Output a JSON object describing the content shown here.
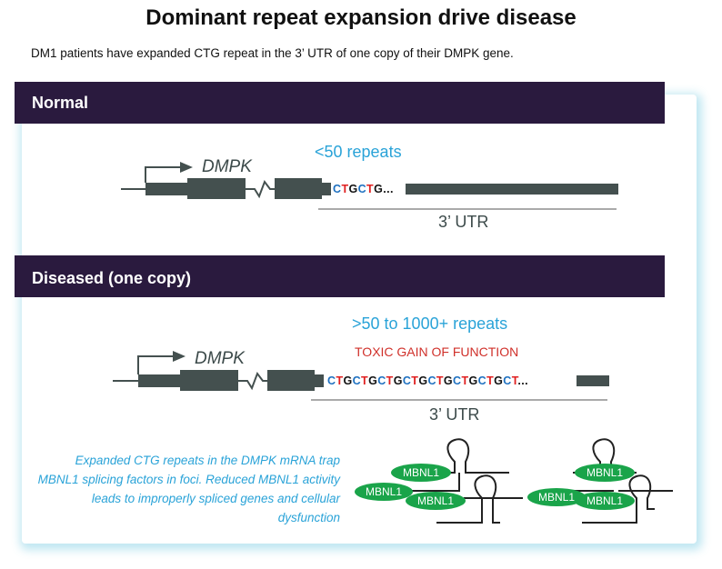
{
  "title": "Dominant repeat expansion drive disease",
  "subtitle": "DM1 patients have expanded CTG repeat in the 3’ UTR of one copy of their DMPK gene.",
  "normal": {
    "heading": "Normal",
    "gene": "DMPK",
    "repeats": "<50 repeats",
    "sequence": "CTGCTG...",
    "utr": "3’ UTR"
  },
  "diseased": {
    "heading": "Diseased (one copy)",
    "gene": "DMPK",
    "repeats": ">50 to 1000+ repeats",
    "toxic": "TOXIC GAIN OF FUNCTION",
    "sequence": "CTGCTGCTGCTGCTGCTGCTGCT...",
    "utr": "3’ UTR"
  },
  "note": "Expanded CTG repeats in the DMPK mRNA trap MBNL1 splicing factors in foci. Reduced MBNL1 activity leads to improperly spliced genes and cellular dysfunction",
  "mbnl_label": "MBNL1",
  "colors": {
    "band": "#2a1a3e",
    "exon": "#44504f",
    "repeat_text": "#2aa3d8",
    "toxic_text": "#d0302a",
    "mbnl": "#1aa44a",
    "c_base": "#1e70c0",
    "t_base": "#e02020",
    "g_base": "#111111"
  }
}
